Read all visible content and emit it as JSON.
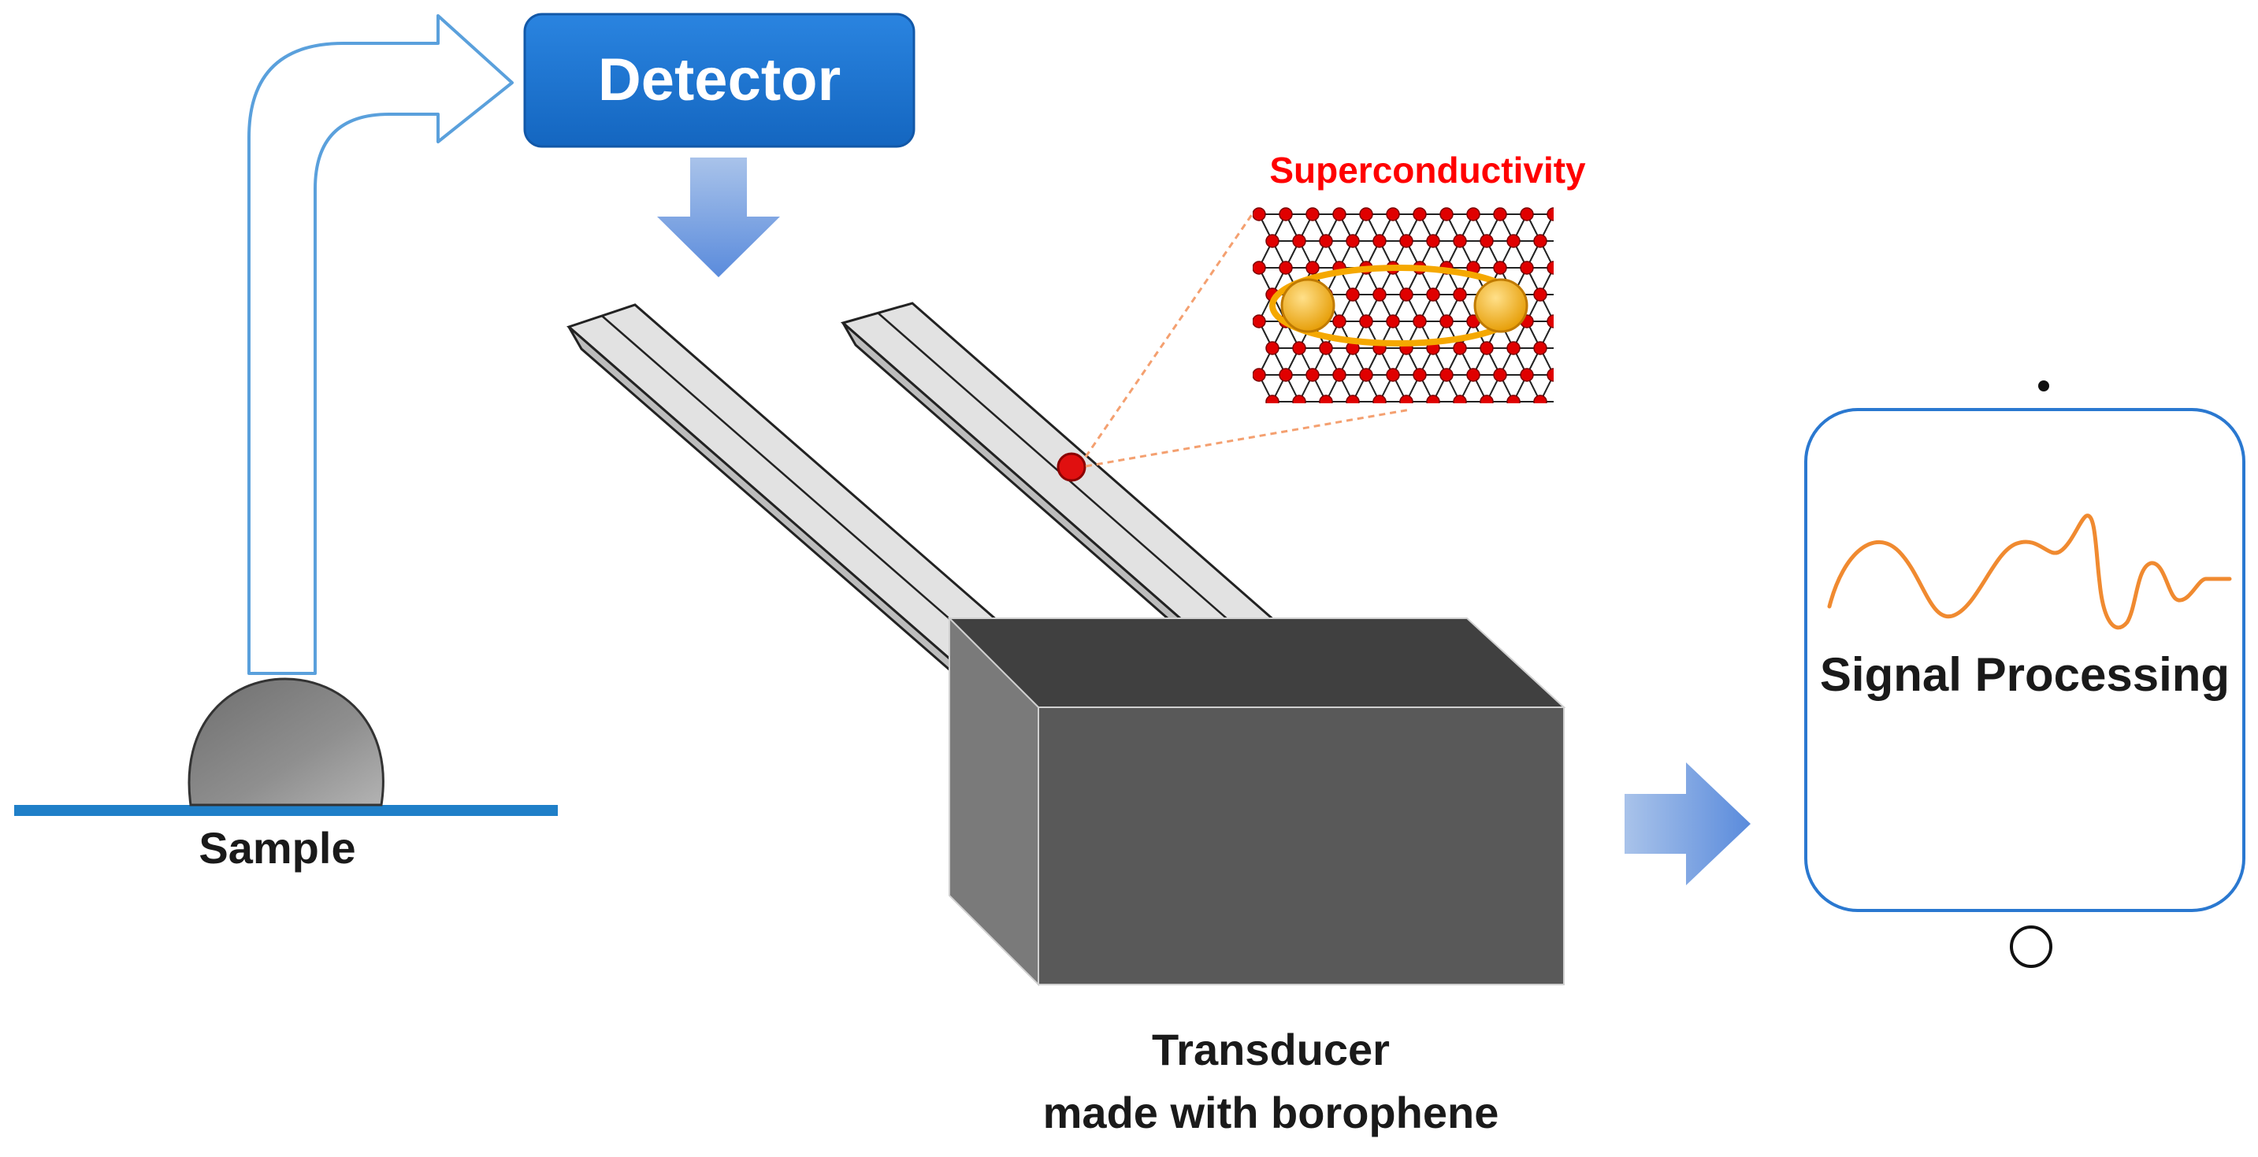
{
  "labels": {
    "detector": "Detector",
    "superconductivity": "Superconductivity",
    "sample": "Sample",
    "signal_processing": "Signal Processing",
    "transducer_line1": "Transducer",
    "transducer_line2": "made with borophene"
  },
  "colors": {
    "detector_fill": "#1f75d0",
    "flow_arrow": "#6b9be0",
    "outline_arrow": "#5aa0dc",
    "superconductivity_text": "#ff0000",
    "lattice_atom": "#e00000",
    "cooper_pair": "#f5a800",
    "signal_wave": "#f08a30",
    "device_frame": "#2a78d0",
    "transducer_front": "#595959",
    "transducer_top": "#404040",
    "transducer_side": "#7a7a7a"
  },
  "icons": {
    "device_camera": "dot-icon",
    "device_home_button": "circle-icon",
    "sensing_spot": "red-dot-icon"
  }
}
